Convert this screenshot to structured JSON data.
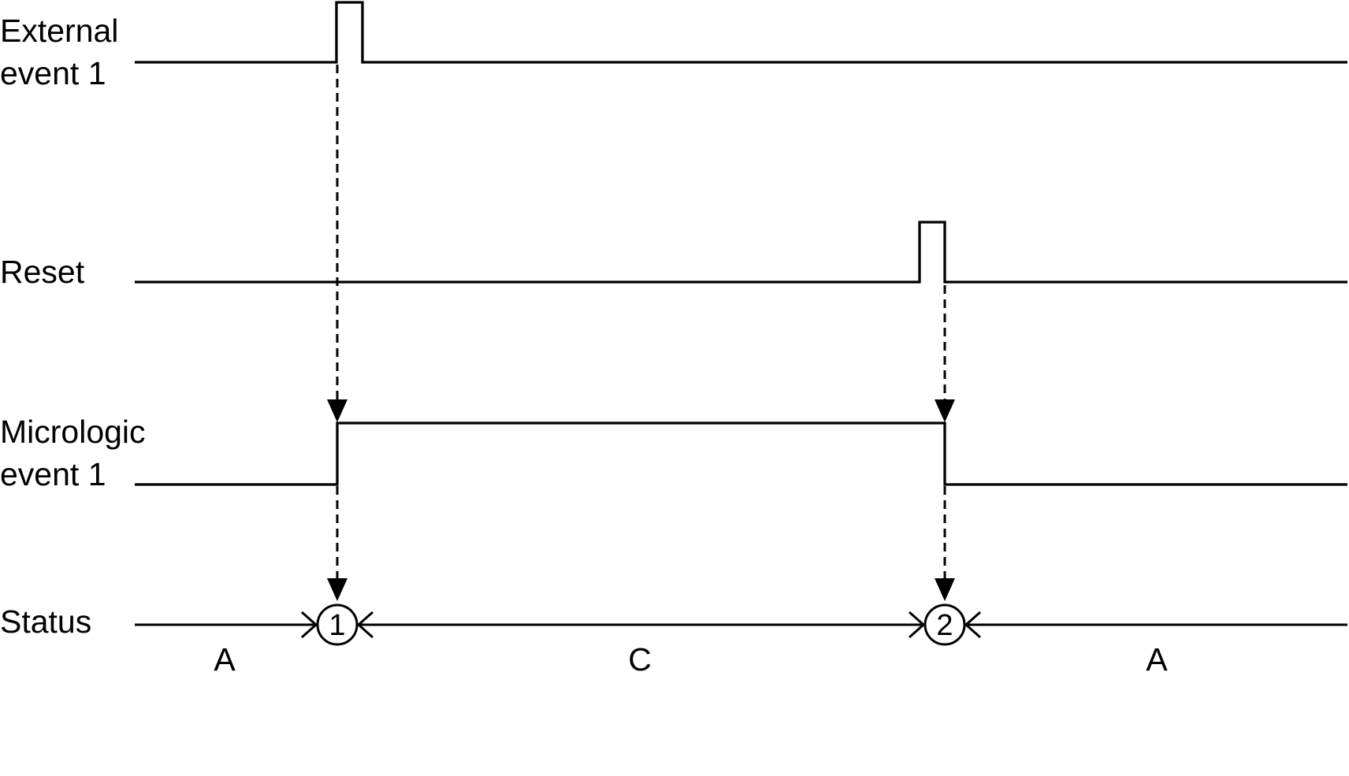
{
  "signals": {
    "external_event_1": {
      "label_line1": "External",
      "label_line2": "event 1"
    },
    "reset": {
      "label": "Reset"
    },
    "micrologic_event_1": {
      "label_line1": "Micrologic",
      "label_line2": "event 1"
    },
    "status": {
      "label": "Status"
    }
  },
  "markers": [
    {
      "label": "1"
    },
    {
      "label": "2"
    }
  ],
  "states": [
    {
      "label": "A"
    },
    {
      "label": "C"
    },
    {
      "label": "A"
    }
  ]
}
